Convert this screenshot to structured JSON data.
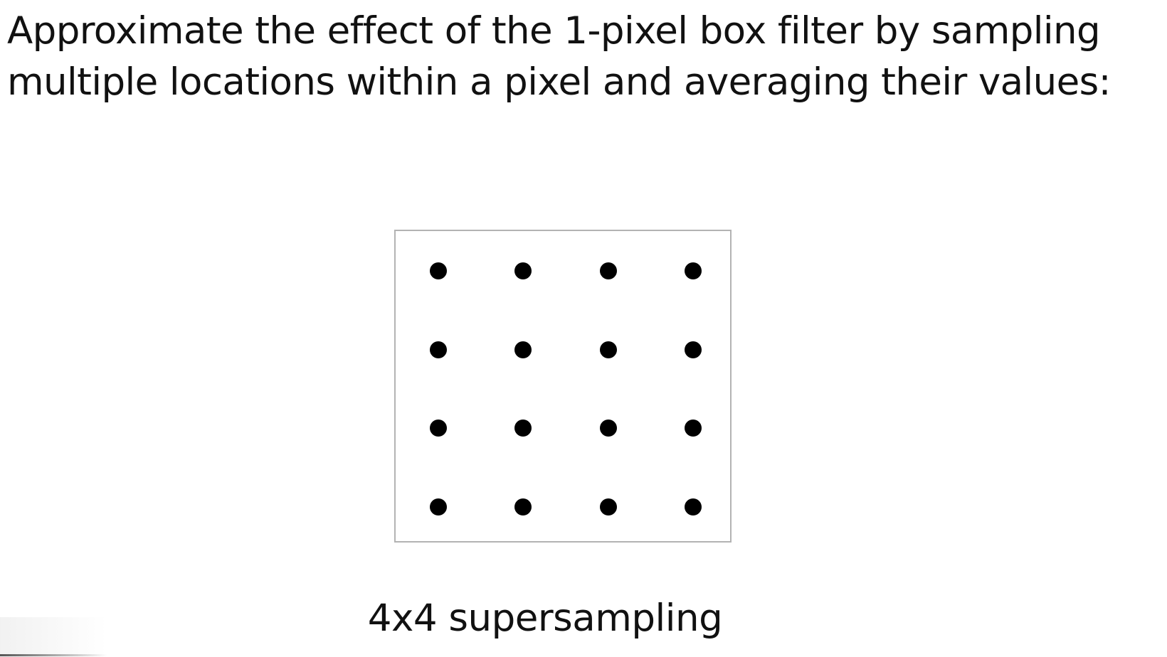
{
  "heading": {
    "line1": "Approximate the effect of the 1-pixel box filter by sampling",
    "line2": "multiple locations within a pixel and averaging their values:"
  },
  "diagram": {
    "grid_rows": 4,
    "grid_cols": 4,
    "dot_color": "#000000",
    "border_color": "#b3b3b3"
  },
  "caption": "4x4 supersampling"
}
